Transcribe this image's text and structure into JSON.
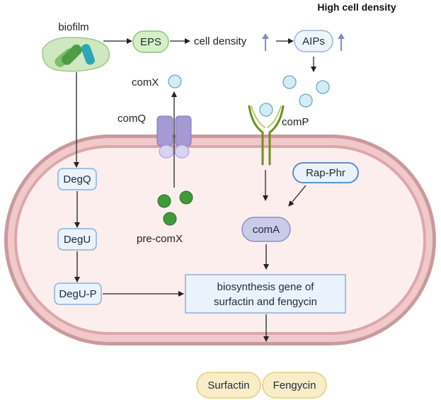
{
  "header": {
    "title": "High cell density"
  },
  "top_flow": {
    "biofilm": "biofilm",
    "eps": "EPS",
    "cell_density": "cell density",
    "aips": "AIPs",
    "increase_symbol": "↑"
  },
  "signals": {
    "comx": "comX",
    "comq": "comQ",
    "comp": "comP",
    "pre_comx": "pre-comX"
  },
  "pathway": {
    "degq": "DegQ",
    "degu": "DegU",
    "degu_p": "DegU-P",
    "rap_phr": "Rap-Phr",
    "coma": "comA"
  },
  "gene_box": {
    "line1": "biosynthesis gene of",
    "line2": "surfactin and fengycin"
  },
  "products": {
    "surfactin": "Surfactin",
    "fengycin": "Fengycin"
  },
  "colors": {
    "membrane_outer": "#c99a9c",
    "membrane_band": "#f2c9cb",
    "cytoplasm": "#fdeeee",
    "biofilm_fill": "#cfe8c0",
    "eps_fill": "#d7efc7",
    "box_fill": "#eaf3fb",
    "box_stroke": "#8ab0d8",
    "product_fill": "#f8edc6",
    "coma_fill": "#c9cbe8",
    "comq_fill": "#a59ad6",
    "comp_stroke": "#6f8f1f",
    "green_dot": "#3f9a3a",
    "aip_fill": "#d4edf5",
    "up_arrow": "#7d8fbf"
  }
}
